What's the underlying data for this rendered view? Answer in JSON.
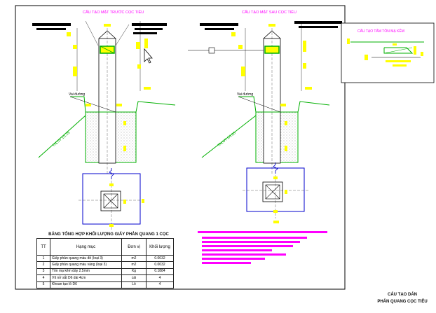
{
  "labels": {
    "left_title": "CẤU TẠO MẶT TRƯỚC CỌC TIÊU",
    "right_title": "CẤU TẠO MẶT SAU CỌC TIÊU",
    "detail_title": "CẤU TẠO TẤM TÔN MẠ KẼM",
    "vai_duong_left": "Vai đường",
    "vai_duong_right": "Vai đường",
    "slope_left": "TALUY  1/1.25",
    "slope_right": "TALUY  1/1.25"
  },
  "table": {
    "title": "BẢNG TỔNG HỢP KHỐI LƯỢNG GIẤY PHẢN QUANG 1 CỌC",
    "headers": [
      "TT",
      "Hạng mục",
      "Đơn vị",
      "Khối lượng"
    ],
    "rows": [
      {
        "tt": "1",
        "item": "Giấy phản quang màu đỏ (loại 3)",
        "unit": "m2",
        "qty": "0.0032"
      },
      {
        "tt": "2",
        "item": "Giấy phản quang màu vàng (loại 3)",
        "unit": "m2",
        "qty": "0.0032"
      },
      {
        "tt": "3",
        "item": "Tôn mạ kẽm dày 2.5mm",
        "unit": "Kg",
        "qty": "0.1884"
      },
      {
        "tt": "4",
        "item": "Vít nở sắt D6 dài 4cm",
        "unit": "cái",
        "qty": "4"
      },
      {
        "tt": "5",
        "item": "Khoan tạo lỗ D6",
        "unit": "Lỗ",
        "qty": "4"
      }
    ]
  },
  "title_block": {
    "line1": "CẤU TẠO DÁN",
    "line2": "PHẢN QUANG CỌC TIÊU"
  },
  "colors": {
    "line": "#000000",
    "magenta": "#ff00ff",
    "yellow": "#ffff00",
    "green": "#00b000",
    "blue": "#0000cc",
    "hatch": "#888888"
  },
  "icons": [
    "mouse-cursor-icon",
    "break-symbol-icon"
  ]
}
